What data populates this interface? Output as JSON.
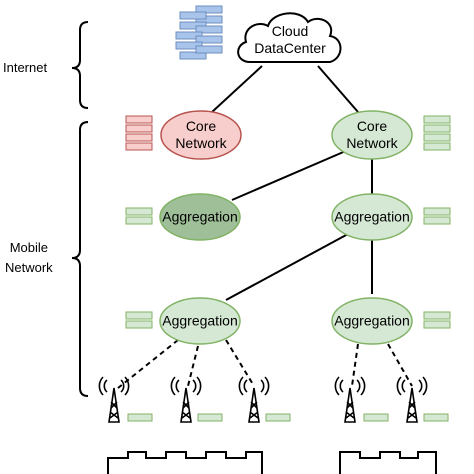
{
  "side_labels": {
    "internet": "Internet",
    "mobile_line1": "Mobile",
    "mobile_line2": "Network"
  },
  "nodes": {
    "cloud": {
      "line1": "Cloud",
      "line2": "DataCenter"
    },
    "core_left": {
      "line1": "Core",
      "line2": "Network"
    },
    "core_right": {
      "line1": "Core",
      "line2": "Network"
    },
    "agg_upper_left": {
      "label": "Aggregation"
    },
    "agg_upper_right": {
      "label": "Aggregation"
    },
    "agg_lower_left": {
      "label": "Aggregation"
    },
    "agg_lower_right": {
      "label": "Aggregation"
    }
  },
  "colors": {
    "core_left_fill": "#f8cecc",
    "core_left_stroke": "#b85450",
    "green_fill": "#d5e8d4",
    "green_stroke": "#82b366",
    "agg_dark_fill": "#9fbf98",
    "server_blue": "#a9c4eb",
    "server_blue_stroke": "#6c8ebf",
    "line": "#000000"
  },
  "icons": {
    "server_rack": "server-rack-icon",
    "antenna": "cell-antenna-icon",
    "cloud": "cloud-icon",
    "bracket": "curly-bracket-icon",
    "building": "building-skyline-icon"
  }
}
